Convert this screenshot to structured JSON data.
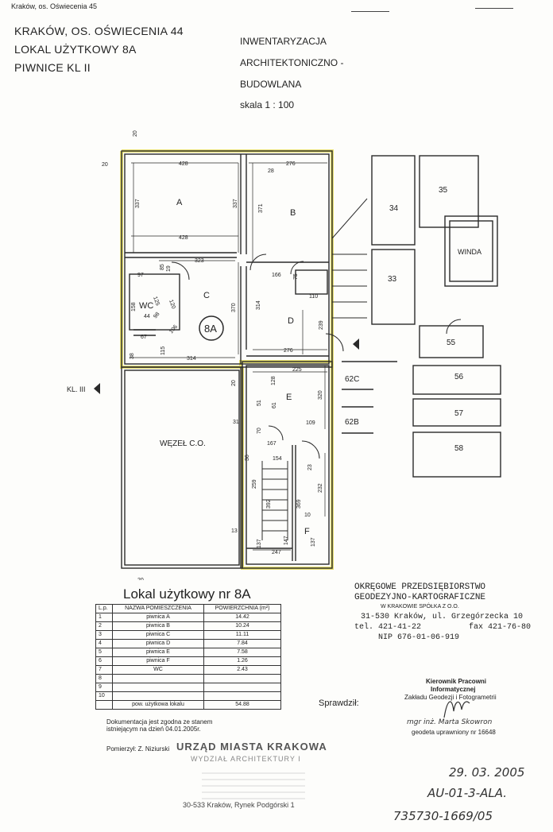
{
  "header": {
    "top_address": "Kraków, os. Oświecenia 45",
    "title_line1": "KRAKÓW, OS. OŚWIECENIA 44",
    "title_line2": "LOKAL UŻYTKOWY 8A",
    "title_line3": "PIWNICE KL II"
  },
  "inventory": {
    "line1": "INWENTARYZACJA",
    "line2": "ARCHITEKTONICZNO -",
    "line3": "BUDOWLANA",
    "scale": "skala 1 : 100"
  },
  "plan": {
    "unit_badge": "8A",
    "stair_label": "KL. III",
    "rooms": {
      "A": "A",
      "B": "B",
      "C": "C",
      "D": "D",
      "E": "E",
      "F": "F",
      "WC": "WC",
      "wezel": "WĘZEŁ C.O.",
      "winda": "WINDA",
      "r35": "35",
      "r34": "34",
      "r33": "33",
      "r55": "55",
      "r56": "56",
      "r57": "57",
      "r58": "58",
      "r62c": "62C",
      "r62b": "62B"
    },
    "dims": {
      "d20a": "20",
      "d20b": "20",
      "d20c": "20",
      "d20d": "20",
      "d428a": "428",
      "d428b": "428",
      "d276a": "276",
      "d276b": "276",
      "d28": "28",
      "d337a": "337",
      "d337b": "337",
      "d371": "371",
      "d323": "323",
      "d166": "166",
      "d75": "75",
      "d110": "110",
      "d97": "97",
      "d85": "85",
      "d19": "19",
      "d120": "120",
      "d125": "125",
      "d44": "44",
      "d98": "98",
      "d106": "106",
      "d158": "158",
      "d67": "67",
      "d115": "115",
      "d38": "38",
      "d314a": "314",
      "d314b": "314",
      "d370": "370",
      "d239": "239",
      "d225": "225",
      "d128": "128",
      "d320": "320",
      "d51": "51",
      "d61": "61",
      "d31": "31",
      "d70": "70",
      "d109": "109",
      "d167": "167",
      "d36": "36",
      "d154": "154",
      "d23": "23",
      "d259": "259",
      "d392": "392",
      "d369": "369",
      "d232": "232",
      "d10": "10",
      "d13": "13",
      "d137a": "137",
      "d147": "147",
      "d137b": "137",
      "d247": "247"
    }
  },
  "table": {
    "title": "Lokal użytkowy nr 8A",
    "col_lp": "L.p.",
    "col_name": "NAZWA POMIESZCZENIA",
    "col_area": "POWIERZCHNIA (m²)",
    "rows": [
      {
        "lp": "1",
        "name": "piwnica A",
        "area": "14.42"
      },
      {
        "lp": "2",
        "name": "piwnica B",
        "area": "10.24"
      },
      {
        "lp": "3",
        "name": "piwnica C",
        "area": "11.11"
      },
      {
        "lp": "4",
        "name": "piwnica D",
        "area": "7.84"
      },
      {
        "lp": "5",
        "name": "piwnica E",
        "area": "7.58"
      },
      {
        "lp": "6",
        "name": "piwnica F",
        "area": "1.26"
      },
      {
        "lp": "7",
        "name": "WC",
        "area": "2.43"
      },
      {
        "lp": "8",
        "name": "",
        "area": ""
      },
      {
        "lp": "9",
        "name": "",
        "area": ""
      },
      {
        "lp": "10",
        "name": "",
        "area": ""
      }
    ],
    "total_label": "pow. użytkowa lokalu",
    "total_value": "54.88"
  },
  "company": {
    "line1": "OKRĘGOWE PRZEDSIĘBIORSTWO",
    "line2": "GEODEZYJNO-KARTOGRAFICZNE",
    "line3": "W KRAKOWIE SPÓŁKA Z O.O.",
    "line4": "31-530 Kraków, ul. Grzegórzecka 10",
    "line5": "tel. 421-41-22          fax 421-76-80",
    "line6": "NIP 676-01-06-919"
  },
  "footer": {
    "doc_note_line1": "Dokumentacja jest zgodna ze stanem",
    "doc_note_line2": "istniejącym na dzień 04.01.2005r.",
    "measured_by": "Pomierzył: Z. Niziurski",
    "checked": "Sprawdził:",
    "head_line1": "Kierownik Pracowni",
    "head_line2": "Informatycznej",
    "head_line3": "Zakładu Geodezji i Fotogrametrii",
    "head_line4": "mgr inż. Marta Skowron",
    "head_line5": "geodeta uprawniony nr 16648",
    "stamp_line1": "URZĄD MIASTA KRAKOWA",
    "stamp_line2": "WYDZIAŁ ARCHITEKTURY I",
    "stamp_line3": "30-533 Kraków, Rynek Podgórski 1",
    "date": "29. 03. 2005",
    "ref1": "AU-01-3-ALA.",
    "ref2": "735730-1669/05"
  },
  "colors": {
    "highlight": "#e8e070",
    "line": "#2a2a2a",
    "paper": "#fdfdfb"
  }
}
